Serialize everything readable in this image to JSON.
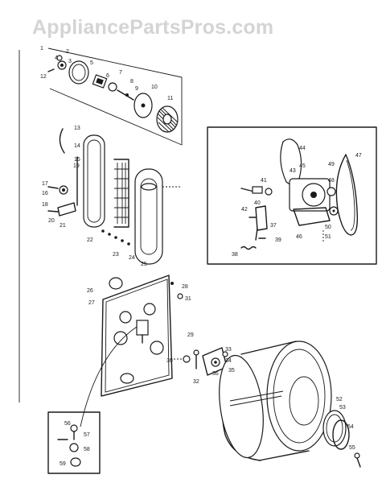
{
  "watermark": "AppliancePartsPros.com",
  "part_numbers": {
    "n1": "1",
    "n2": "2",
    "n3": "3",
    "n4": "4",
    "n5": "5",
    "n6": "6",
    "n7": "7",
    "n8": "8",
    "n9": "9",
    "n10": "10",
    "n11": "11",
    "n12": "12",
    "n13": "13",
    "n14": "14",
    "n15": "15",
    "n16": "16",
    "n17": "17",
    "n18": "18",
    "n19": "19",
    "n20": "20",
    "n21": "21",
    "n22": "22",
    "n23": "23",
    "n24": "24",
    "n25": "25",
    "n26": "26",
    "n27": "27",
    "n28": "28",
    "n29": "29",
    "n30": "30",
    "n31": "31",
    "n32": "32",
    "n33": "33",
    "n34": "34",
    "n35": "35",
    "n36": "36",
    "n37": "37",
    "n38": "38",
    "n39": "39",
    "n40": "40",
    "n41": "41",
    "n42": "42",
    "n43": "43",
    "n44": "44",
    "n45": "45",
    "n46": "46",
    "n47": "47",
    "n48": "48",
    "n49": "49",
    "n50": "50",
    "n51": "51",
    "n52": "52",
    "n53": "53",
    "n54": "54",
    "n55": "55",
    "n56": "56",
    "n57": "57",
    "n58": "58",
    "n59": "59"
  }
}
